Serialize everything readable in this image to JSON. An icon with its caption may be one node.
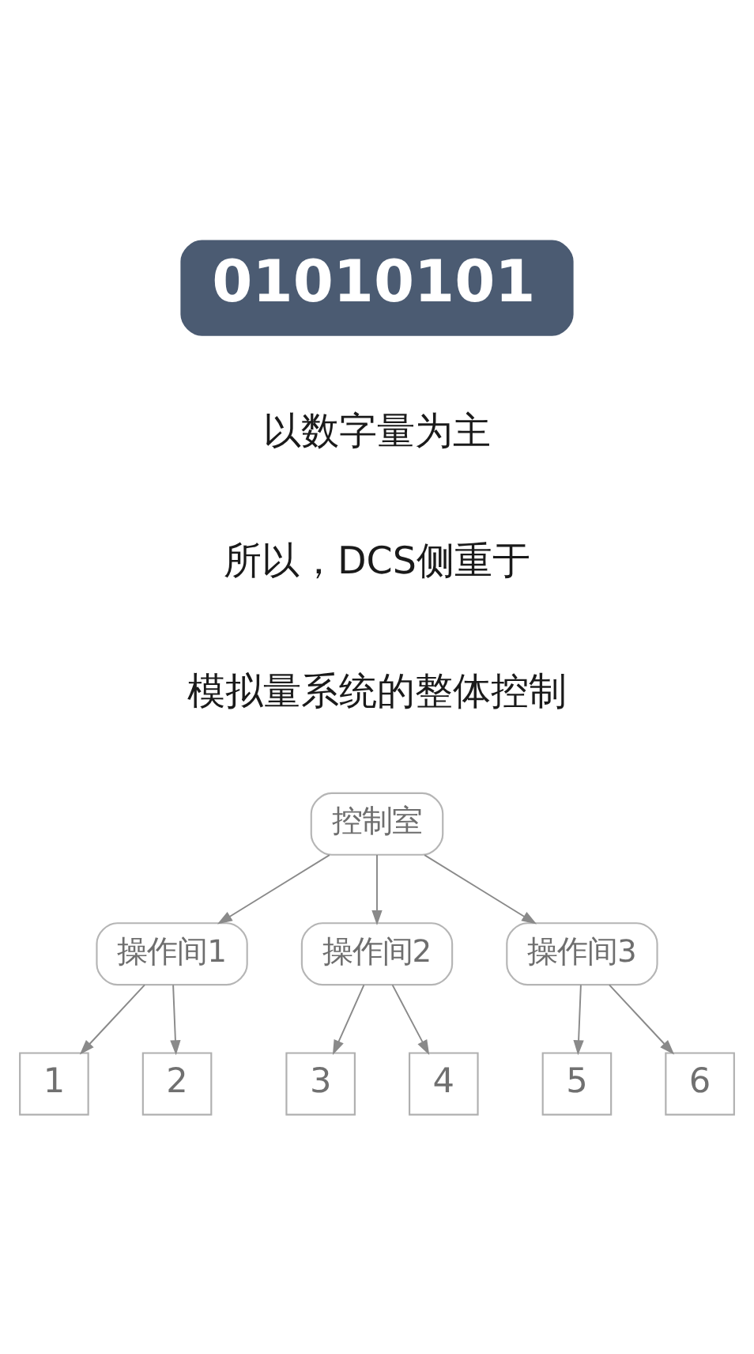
{
  "diagram": {
    "nodes": [
      {
        "text": [
          "01010101"
        ]
      },
      {
        "text": [
          "控制室"
        ]
      },
      {
        "text": [
          "操作间1"
        ]
      },
      {
        "text": [
          "操作间2"
        ]
      },
      {
        "text": [
          "操作间3"
        ]
      },
      {
        "text": [
          "1"
        ]
      },
      {
        "text": [
          "2"
        ]
      },
      {
        "text": [
          "3"
        ]
      },
      {
        "text": [
          "4"
        ]
      },
      {
        "text": [
          "5"
        ]
      },
      {
        "text": [
          "6"
        ]
      }
    ],
    "edges": [
      {
        "from": 1,
        "to": 2,
        "arrow": "to"
      },
      {
        "from": 1,
        "to": 3,
        "arrow": "to"
      },
      {
        "from": 1,
        "to": 4,
        "arrow": "to"
      },
      {
        "from": 2,
        "to": 5,
        "arrow": "to"
      },
      {
        "from": 2,
        "to": 6,
        "arrow": "to"
      },
      {
        "from": 3,
        "to": 7,
        "arrow": "to"
      },
      {
        "from": 3,
        "to": 8,
        "arrow": "to"
      },
      {
        "from": 4,
        "to": 9,
        "arrow": "to"
      },
      {
        "from": 4,
        "to": 10,
        "arrow": "to"
      }
    ],
    "labels": [
      "以数字量为主",
      "所以，DCS侧重于",
      "模拟量系统的整体控制"
    ]
  }
}
